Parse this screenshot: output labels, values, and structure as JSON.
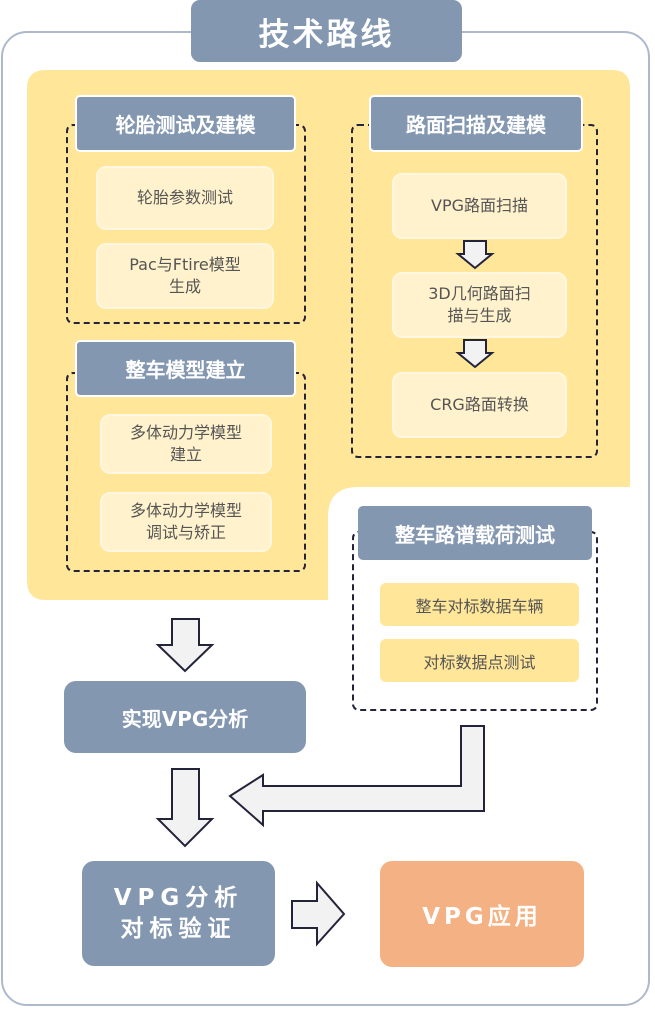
{
  "title": "技术路线",
  "colors": {
    "header_fill": "#8497b0",
    "panel_yellow": "#ffe699",
    "item_fill": "#fff2cc",
    "final_fill": "#f4b183",
    "frame_border": "#aeb9cb",
    "arrow_fill": "#f2f2f2",
    "arrow_stroke": "#23233a"
  },
  "groups": {
    "tire": {
      "header": "轮胎测试及建模",
      "items": [
        "轮胎参数测试",
        "Pac与Ftire模型\n生成"
      ]
    },
    "road": {
      "header": "路面扫描及建模",
      "items": [
        "VPG路面扫描",
        "3D几何路面扫\n描与生成",
        "CRG路面转换"
      ]
    },
    "vehicle": {
      "header": "整车模型建立",
      "items": [
        "多体动力学模型\n建立",
        "多体动力学模型\n调试与矫正"
      ]
    },
    "load": {
      "header": "整车路谱载荷测试",
      "items": [
        "整车对标数据车辆",
        "对标数据点测试"
      ]
    }
  },
  "flow": {
    "analysis": "实现VPG分析",
    "validation_line1": "VPG分析",
    "validation_line2": "对标验证",
    "application": "VPG应用"
  },
  "icons": [
    "down-arrow-icon",
    "left-arrow-icon",
    "right-arrow-icon"
  ]
}
